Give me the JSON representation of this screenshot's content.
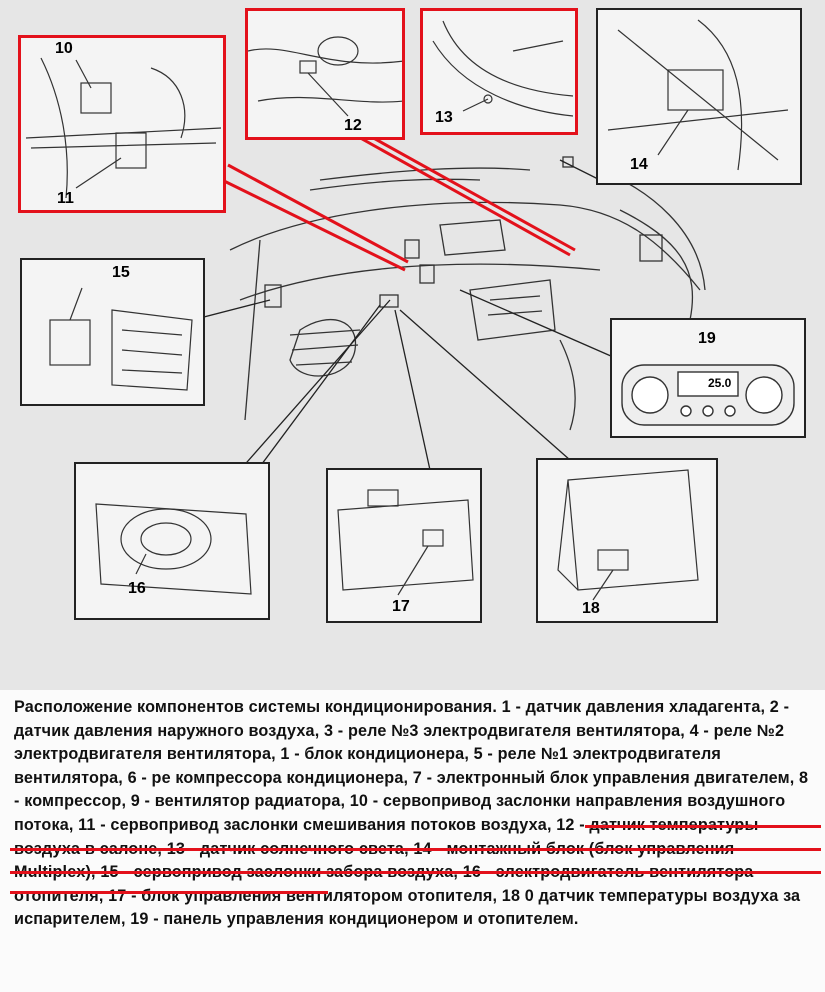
{
  "callouts": [
    "10",
    "11",
    "12",
    "13",
    "14",
    "15",
    "16",
    "17",
    "18",
    "19"
  ],
  "display": {
    "temp": "25.0"
  },
  "caption": {
    "part1": "Расположение компонентов системы кондиционирования. 1 - датчик давления хладагента, 2 - датчик давления наружного воздуха, 3 - реле №3 электродвигателя вентилятора, 4 - реле №2 электродвигателя вентилятора, 1 - блок кондиционера, 5 - реле №1 электродвигателя вентилятора, 6 - ре компрессора кондиционера, 7 - электронный блок управления двигателем, 8 - компрессор, 9 - вентилятор радиатора, ",
    "highlighted": "10 - сервопривод заслонки направления воздушного потока, 11 - сервопривод заслонки смешивания потоков воздуха, 12 - датчик температуры воздуха в салоне, 13 - датчик солнечного света",
    "part2": ", 14 - монтажный блок (блок управления Multiplex), 15 - сервопривод заслонки забора воздуха, 16 - электродвигатель вентилятора отопителя, 17 - блок управления вентилятором отопителя, 18 0 датчик температуры воздуха за испарителем, 19 - панель управления кондиционером и отопителем."
  },
  "colors": {
    "highlight": "#e3111b"
  }
}
